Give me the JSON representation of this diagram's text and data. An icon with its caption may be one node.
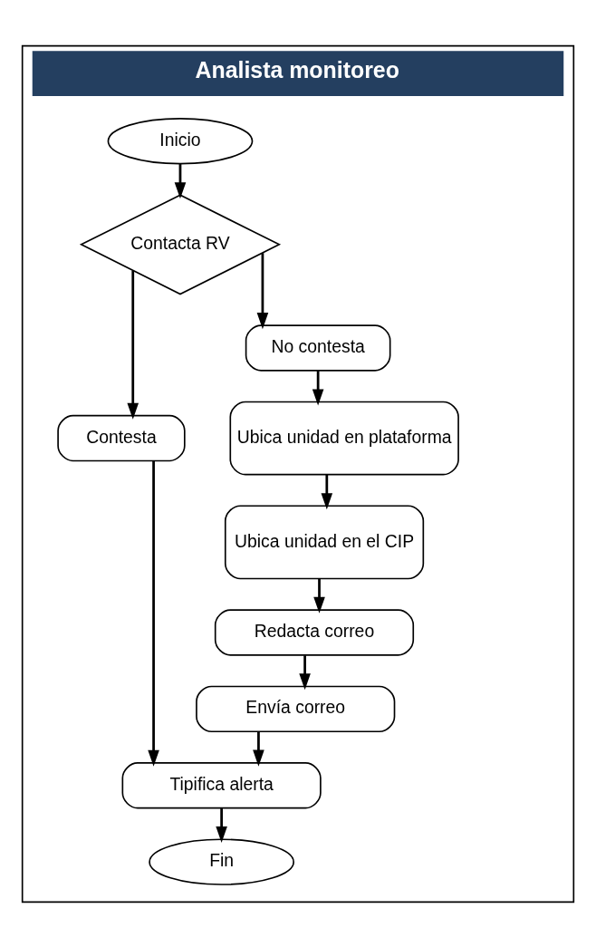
{
  "diagram": {
    "nodes": [
      {
        "text": [
          "Analista monitoreo"
        ]
      },
      {
        "text": [
          "Inicio"
        ],
        "in": 0
      },
      {
        "text": [
          "Contacta RV"
        ],
        "in": 0
      },
      {
        "text": [
          "Contesta"
        ],
        "in": 0
      },
      {
        "text": [
          "No contesta"
        ],
        "in": 0
      },
      {
        "text": [
          "Ubica unidad en plataforma"
        ],
        "in": 0
      },
      {
        "text": [
          "Ubica unidad en el CIP"
        ],
        "in": 0
      },
      {
        "text": [
          "Redacta correo"
        ],
        "in": 0
      },
      {
        "text": [
          "Envía correo"
        ],
        "in": 0
      },
      {
        "text": [
          "Tipifica alerta"
        ],
        "in": 0
      },
      {
        "text": [
          "Fin"
        ],
        "in": 0
      }
    ],
    "edges": [
      {
        "from": 1,
        "to": 2,
        "arrow": "to"
      },
      {
        "from": 2,
        "to": 3,
        "arrow": "to"
      },
      {
        "from": 2,
        "to": 4,
        "arrow": "to"
      },
      {
        "from": 4,
        "to": 5,
        "arrow": "to"
      },
      {
        "from": 5,
        "to": 6,
        "arrow": "to"
      },
      {
        "from": 6,
        "to": 7,
        "arrow": "to"
      },
      {
        "from": 7,
        "to": 8,
        "arrow": "to"
      },
      {
        "from": 8,
        "to": 9,
        "arrow": "to"
      },
      {
        "from": 3,
        "to": 9,
        "arrow": "to"
      },
      {
        "from": 9,
        "to": 10,
        "arrow": "to"
      }
    ]
  }
}
